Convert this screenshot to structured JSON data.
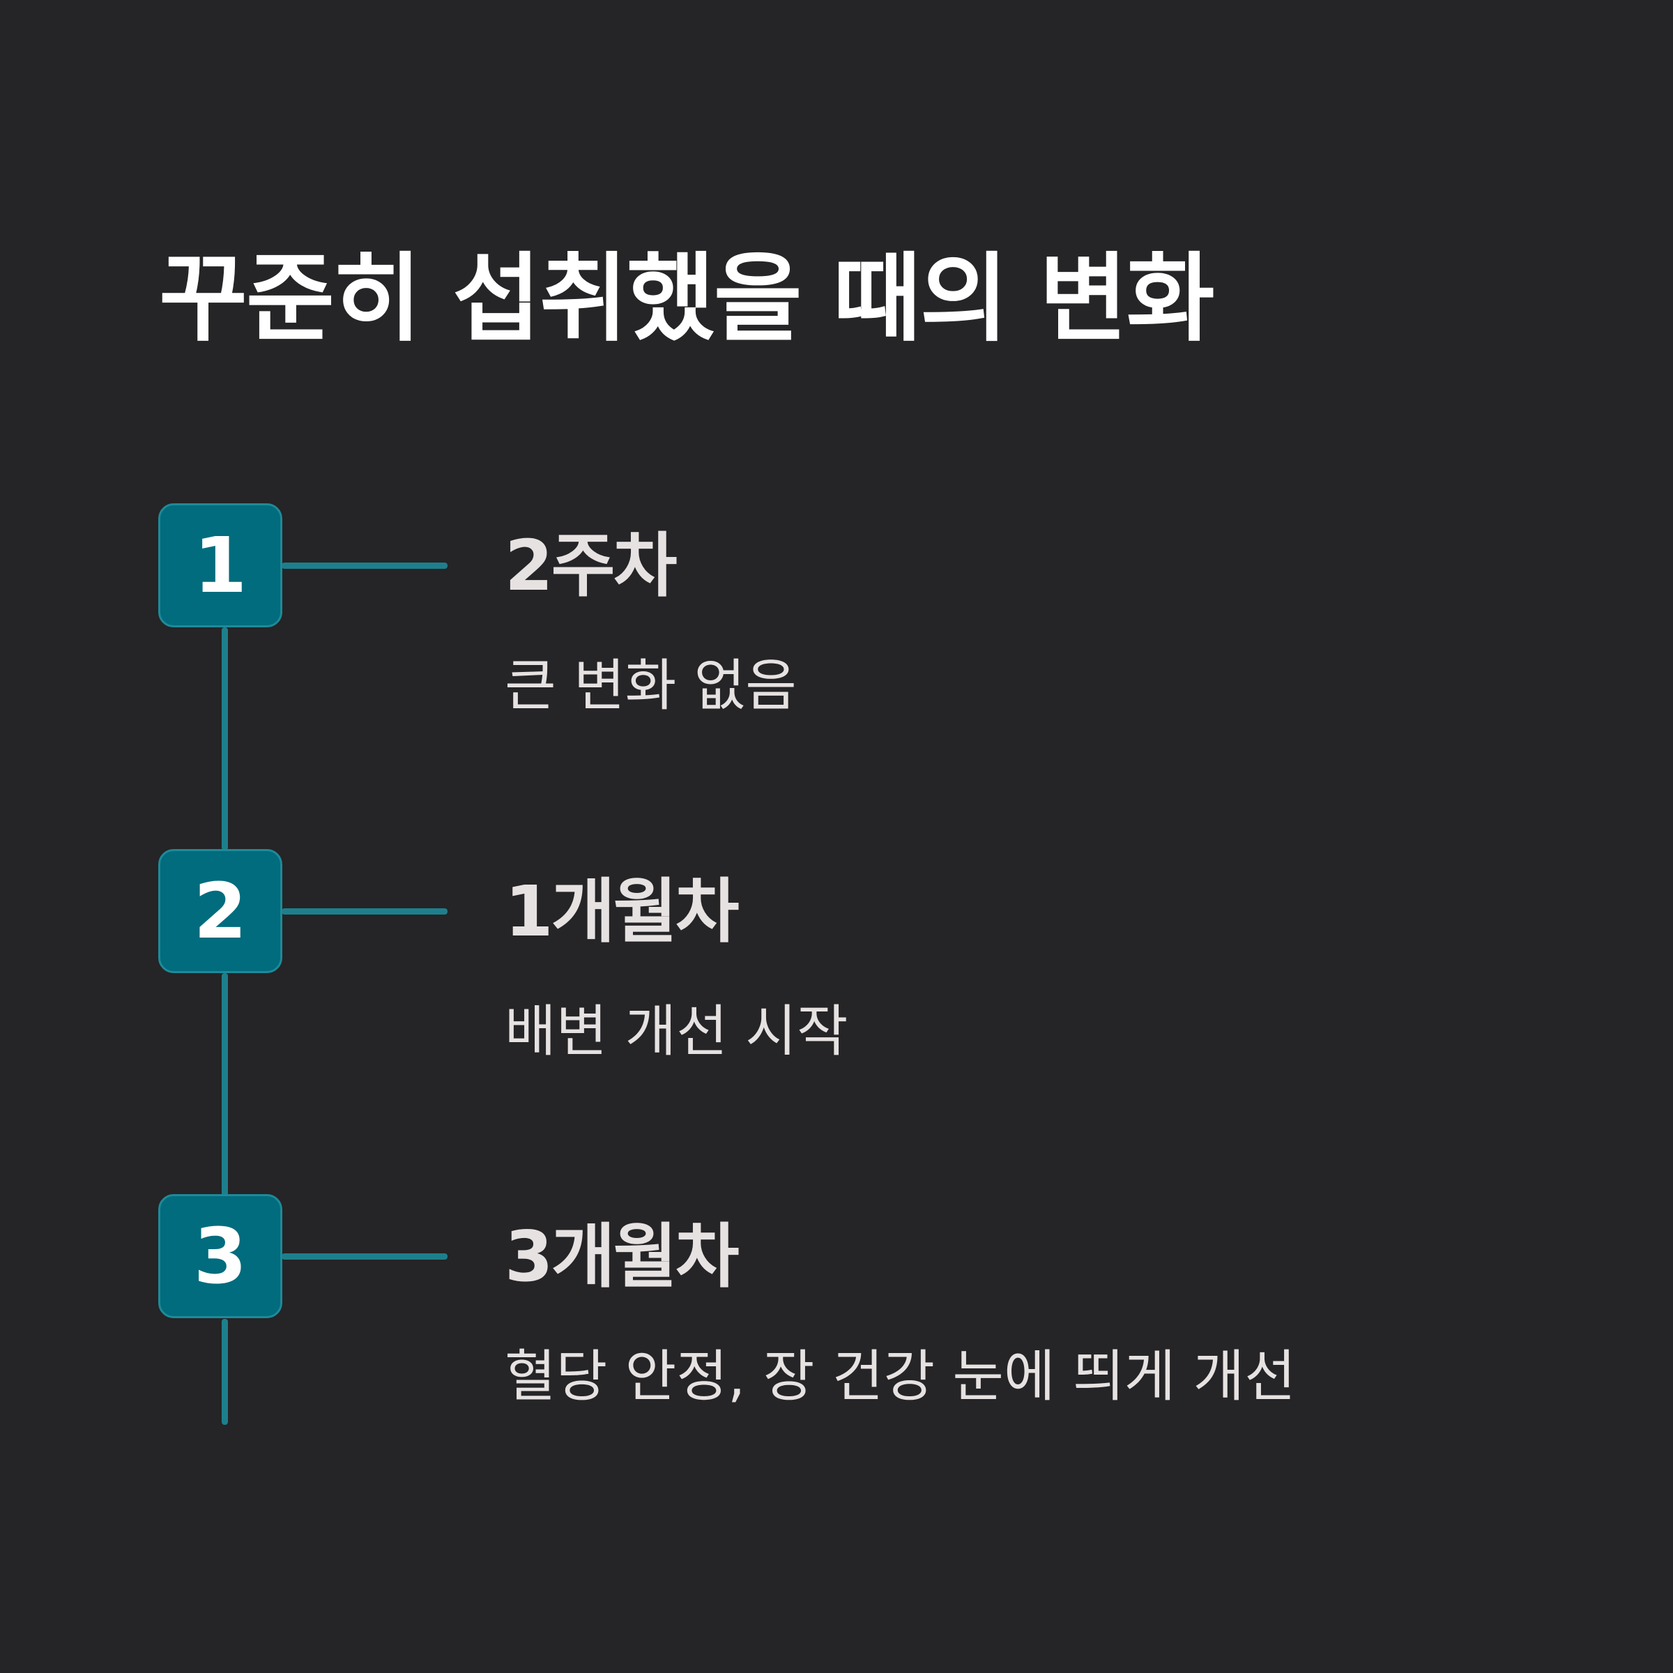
{
  "title": "꾸준히 섭취했을 때의 변화",
  "colors": {
    "background": "#252426",
    "accent": "#006c7d",
    "line": "#1e7f8c",
    "text": "#e7e2e2"
  },
  "steps": [
    {
      "number": "1",
      "title": "2주차",
      "description": "큰 변화 없음"
    },
    {
      "number": "2",
      "title": "1개월차",
      "description": "배변 개선 시작"
    },
    {
      "number": "3",
      "title": "3개월차",
      "description": "혈당 안정, 장 건강 눈에 띄게 개선"
    }
  ]
}
